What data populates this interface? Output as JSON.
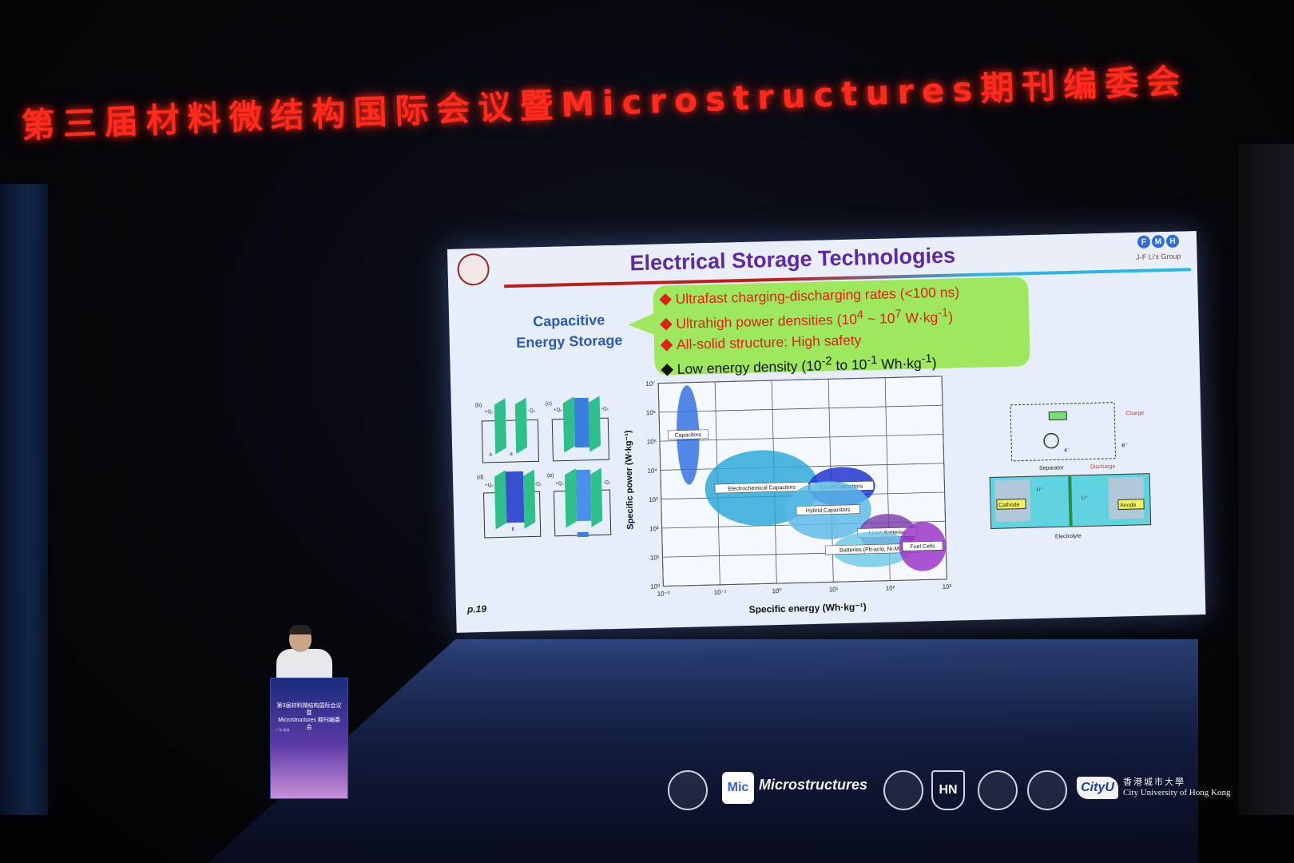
{
  "banner": {
    "text": "第三届材料微结构国际会议暨Microstructures期刊编委会",
    "color": "#ff2a1e"
  },
  "slide": {
    "title": "Electrical Storage Technologies",
    "group_label": "J-F Li's Group",
    "fmh_letters": [
      "F",
      "M",
      "H"
    ],
    "capacitive_label_line1": "Capacitive",
    "capacitive_label_line2": "Energy Storage",
    "bullets": [
      {
        "pre": "Ultrafast charging-discharging rates (<100 ns)",
        "color": "red"
      },
      {
        "pre": "Ultrahigh power densities (10",
        "sup1": "4",
        "mid": " ~ 10",
        "sup2": "7",
        "post": " W·kg",
        "sup3": "-1",
        "end": ")",
        "color": "red"
      },
      {
        "pre": "All-solid structure: High safety",
        "color": "red"
      },
      {
        "pre": "Low energy density (10",
        "sup1": "-2",
        "mid": " to 10",
        "sup2": "-1",
        "post": " Wh·kg",
        "sup3": "-1",
        "end": ")",
        "color": "black"
      }
    ],
    "page_number": "p.19",
    "capacitor_fig": {
      "panel_labels": [
        "(b)",
        "(c)",
        "(d)",
        "(e)"
      ],
      "charge_labels": [
        "+Q₀",
        "-Q₀",
        "+Q₀",
        "-Q₀",
        "+Q₀",
        "-Q₀",
        "+Q₀",
        "-Q₀"
      ],
      "plate_labels": [
        "A",
        "d",
        "E"
      ]
    },
    "battery_fig": {
      "charge": "Charge",
      "discharge": "Discharge",
      "separator": "Separator",
      "cathode": "Cathode",
      "anode": "Anode",
      "electrolyte": "Electrolyte",
      "electron": "e⁻",
      "ion": "Li⁺"
    }
  },
  "chart_data": {
    "type": "scatter",
    "title": "",
    "xlabel": "Specific energy (Wh·kg⁻¹)",
    "ylabel": "Specific power (W·kg⁻¹)",
    "x_scale": "log",
    "y_scale": "log",
    "xlim": [
      0.01,
      1000
    ],
    "ylim": [
      1,
      10000000
    ],
    "x_ticks": [
      "10⁻²",
      "10⁻¹",
      "10⁰",
      "10¹",
      "10²",
      "10³"
    ],
    "y_ticks": [
      "10⁰",
      "10¹",
      "10²",
      "10³",
      "10⁴",
      "10⁵",
      "10⁶",
      "10⁷"
    ],
    "grid": true,
    "regions": [
      {
        "name": "Capacitors",
        "x": [
          0.02,
          0.05
        ],
        "y": [
          3000,
          8000000
        ],
        "color": "#2f6fe0"
      },
      {
        "name": "Electrochemical Capacitors",
        "x": [
          0.06,
          6
        ],
        "y": [
          100,
          40000
        ],
        "color": "#2aa6d8"
      },
      {
        "name": "Li-ion Capacitors",
        "x": [
          4,
          60
        ],
        "y": [
          400,
          9000
        ],
        "color": "#1a2fd0"
      },
      {
        "name": "Hybrid Capacitors",
        "x": [
          1.5,
          50
        ],
        "y": [
          30,
          3000
        ],
        "color": "#5ab8e8"
      },
      {
        "name": "Li-ion Batteries",
        "x": [
          30,
          300
        ],
        "y": [
          10,
          200
        ],
        "color": "#7a3fa8"
      },
      {
        "name": "Batteries (Pb-acid, Ni-MH)",
        "x": [
          10,
          250
        ],
        "y": [
          3,
          50
        ],
        "color": "#6ec8e8"
      },
      {
        "name": "Fuel Cells",
        "x": [
          150,
          1000
        ],
        "y": [
          2,
          100
        ],
        "color": "#9a2fc8"
      }
    ]
  },
  "podium": {
    "title_line1": "第3届材料微结构国际会议暨",
    "title_line2": "Microstructures 期刊编委会",
    "location": "广东·深圳"
  },
  "sponsors": {
    "mic_badge": "Mic",
    "mic_name": "Microstructures",
    "hn_badge": "HN",
    "cityu_badge": "CityU",
    "cityu_zh": "香港城市大學",
    "cityu_en": "City University of Hong Kong"
  }
}
